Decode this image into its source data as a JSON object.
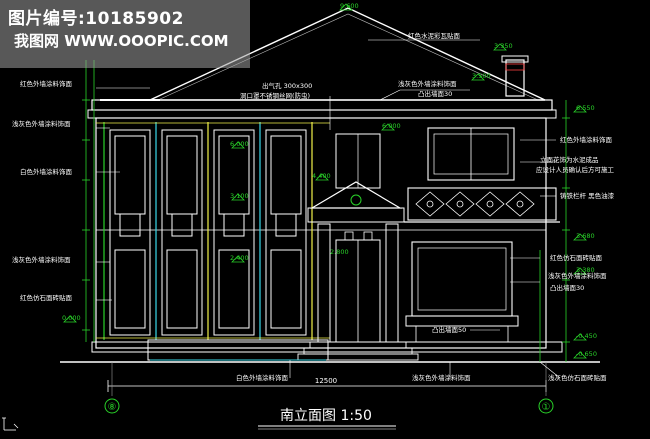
{
  "watermark": {
    "line1": "图片编号:10185902",
    "line2": "我图网 WWW.OOOPIC.COM"
  },
  "drawing": {
    "title": "南立面图 1:50",
    "axis_left": "⑧",
    "axis_right": "①",
    "total_width_dim": "12500",
    "ridge_elev": "9.600",
    "colors": {
      "background": "#000000",
      "outline": "#ffffff",
      "green": "#29d229",
      "yellow": "#f2f24a",
      "cyan": "#38d8e8",
      "magenta": "#d030d0",
      "red": "#e03a3a",
      "orange": "#e8a020",
      "grey": "#9a9a9a"
    },
    "labels": {
      "roof_tile": "红色水泥彩瓦贴面",
      "vent_note": "出气孔 300x300",
      "vent_note2": "洞口罩不锈钢丝网(防虫)",
      "red_paint_left": "红色外墙涂料饰面",
      "grey_paint_left": "浅灰色外墙涂料饰面",
      "white_paint_left": "白色外墙涂料饰面",
      "grey_paint_left2": "浅灰色外墙涂料饰面",
      "red_stone_left": "红色仿石面砖贴面",
      "grey_paint_top": "浅灰色外墙涂料饰面",
      "bump_wall_top": "凸出墙面30",
      "red_paint_right": "红色外墙涂料饰面",
      "orn_note1": "立面花饰为水泥成品",
      "orn_note2": "应设计人员确认后方可施工",
      "railing": "铸铁栏杆 黑色油漆",
      "red_stone_right": "红色仿石面砖贴面",
      "grey_paint_right": "浅灰色外墙涂料饰面",
      "bump_wall_right": "凸出墙面30",
      "bump_wall_bottom": "凸出墙面50",
      "white_paint_bottom": "白色外墙涂料饰面",
      "grey_paint_bottom": "浅灰色外墙涂料饰面",
      "grey_stone_bottom": "浅灰色仿石面砖贴面"
    },
    "elevations": {
      "e_650": "6.550",
      "e_600": "6.000",
      "e_350": "3.350",
      "e_440": "4.400",
      "e_310": "3.100",
      "e_240": "2.400",
      "e_280": "2.800",
      "e_000": "0.000",
      "e_n450": "-0.450",
      "e_n650": "-0.650",
      "e_380": "3.380",
      "e_350b": "3.500",
      "e_680": "3.680"
    }
  }
}
